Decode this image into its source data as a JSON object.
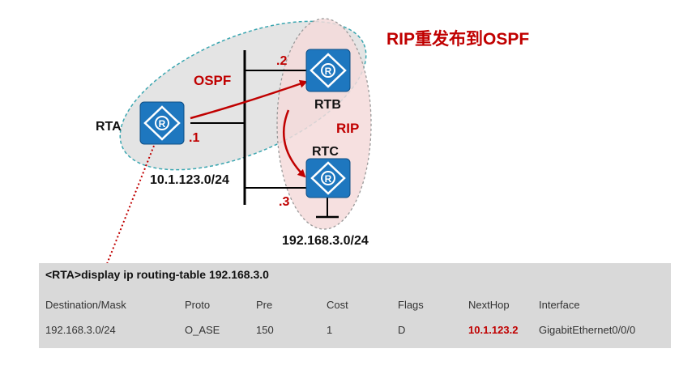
{
  "routers": {
    "rta": {
      "name": "RTA",
      "ip_suffix": ".1"
    },
    "rtb": {
      "name": "RTB",
      "ip_suffix": ".2"
    },
    "rtc": {
      "name": "RTC",
      "ip_suffix": ".3"
    }
  },
  "areas": {
    "ospf_label": "OSPF",
    "rip_label": "RIP",
    "redistribute_label": "RIP重发布到OSPF"
  },
  "networks": {
    "segment": "10.1.123.0/24",
    "stub": "192.168.3.0/24"
  },
  "colors": {
    "accent_red": "#c00000",
    "router_blue": "#1e77bf",
    "table_bg": "#d9d9d9",
    "ospf_area": "#e4e4e4",
    "rip_area": "#f5dada",
    "area_border": "#3aa6b0"
  },
  "icons": {
    "router": "router-icon"
  },
  "terminal": {
    "command": "<RTA>display ip routing-table 192.168.3.0",
    "headers": [
      "Destination/Mask",
      "Proto",
      "Pre",
      "Cost",
      "Flags",
      "NextHop",
      "Interface"
    ],
    "row": {
      "destination": "192.168.3.0/24",
      "proto": "O_ASE",
      "pre": "150",
      "cost": "1",
      "flags": "D",
      "nexthop": "10.1.123.2",
      "interface": "GigabitEthernet0/0/0"
    }
  }
}
